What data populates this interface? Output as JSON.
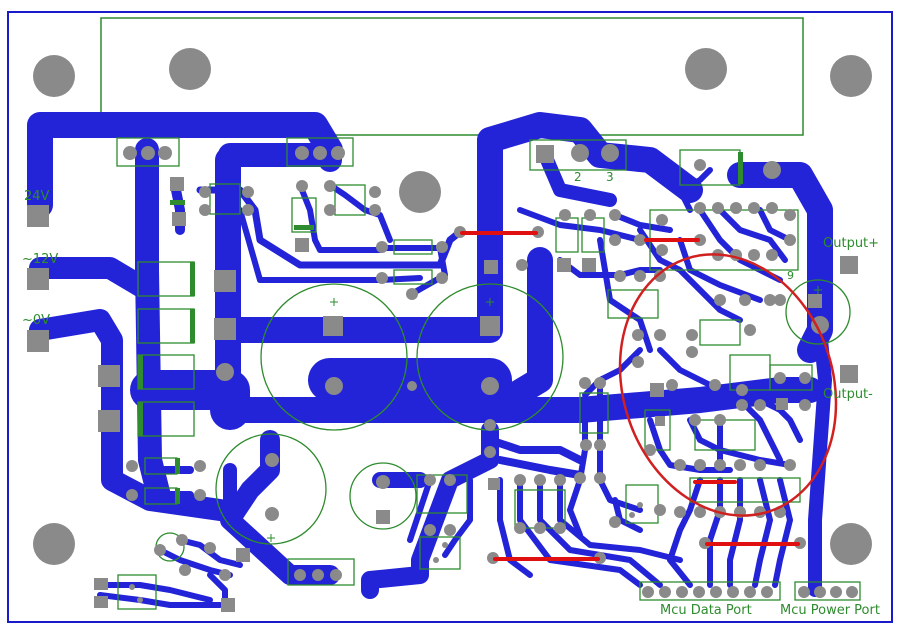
{
  "labels": {
    "v24": "24V",
    "v12": "~12V",
    "v0": "~0V",
    "output_plus": "Output+",
    "output_minus": "Output-",
    "mcu_data_port": "Mcu Data Port",
    "mcu_power_port": "Mcu Power Port",
    "pin2": "2",
    "pin3": "3",
    "pin9": "9"
  },
  "colors": {
    "copper": "#2323d8",
    "silkscreen": "#2e8b2e",
    "pad": "#8a8a8a",
    "jumper": "#e01010",
    "highlight_circle": "#d02020",
    "board_edge": "#1a1acc",
    "background": "#ffffff"
  }
}
